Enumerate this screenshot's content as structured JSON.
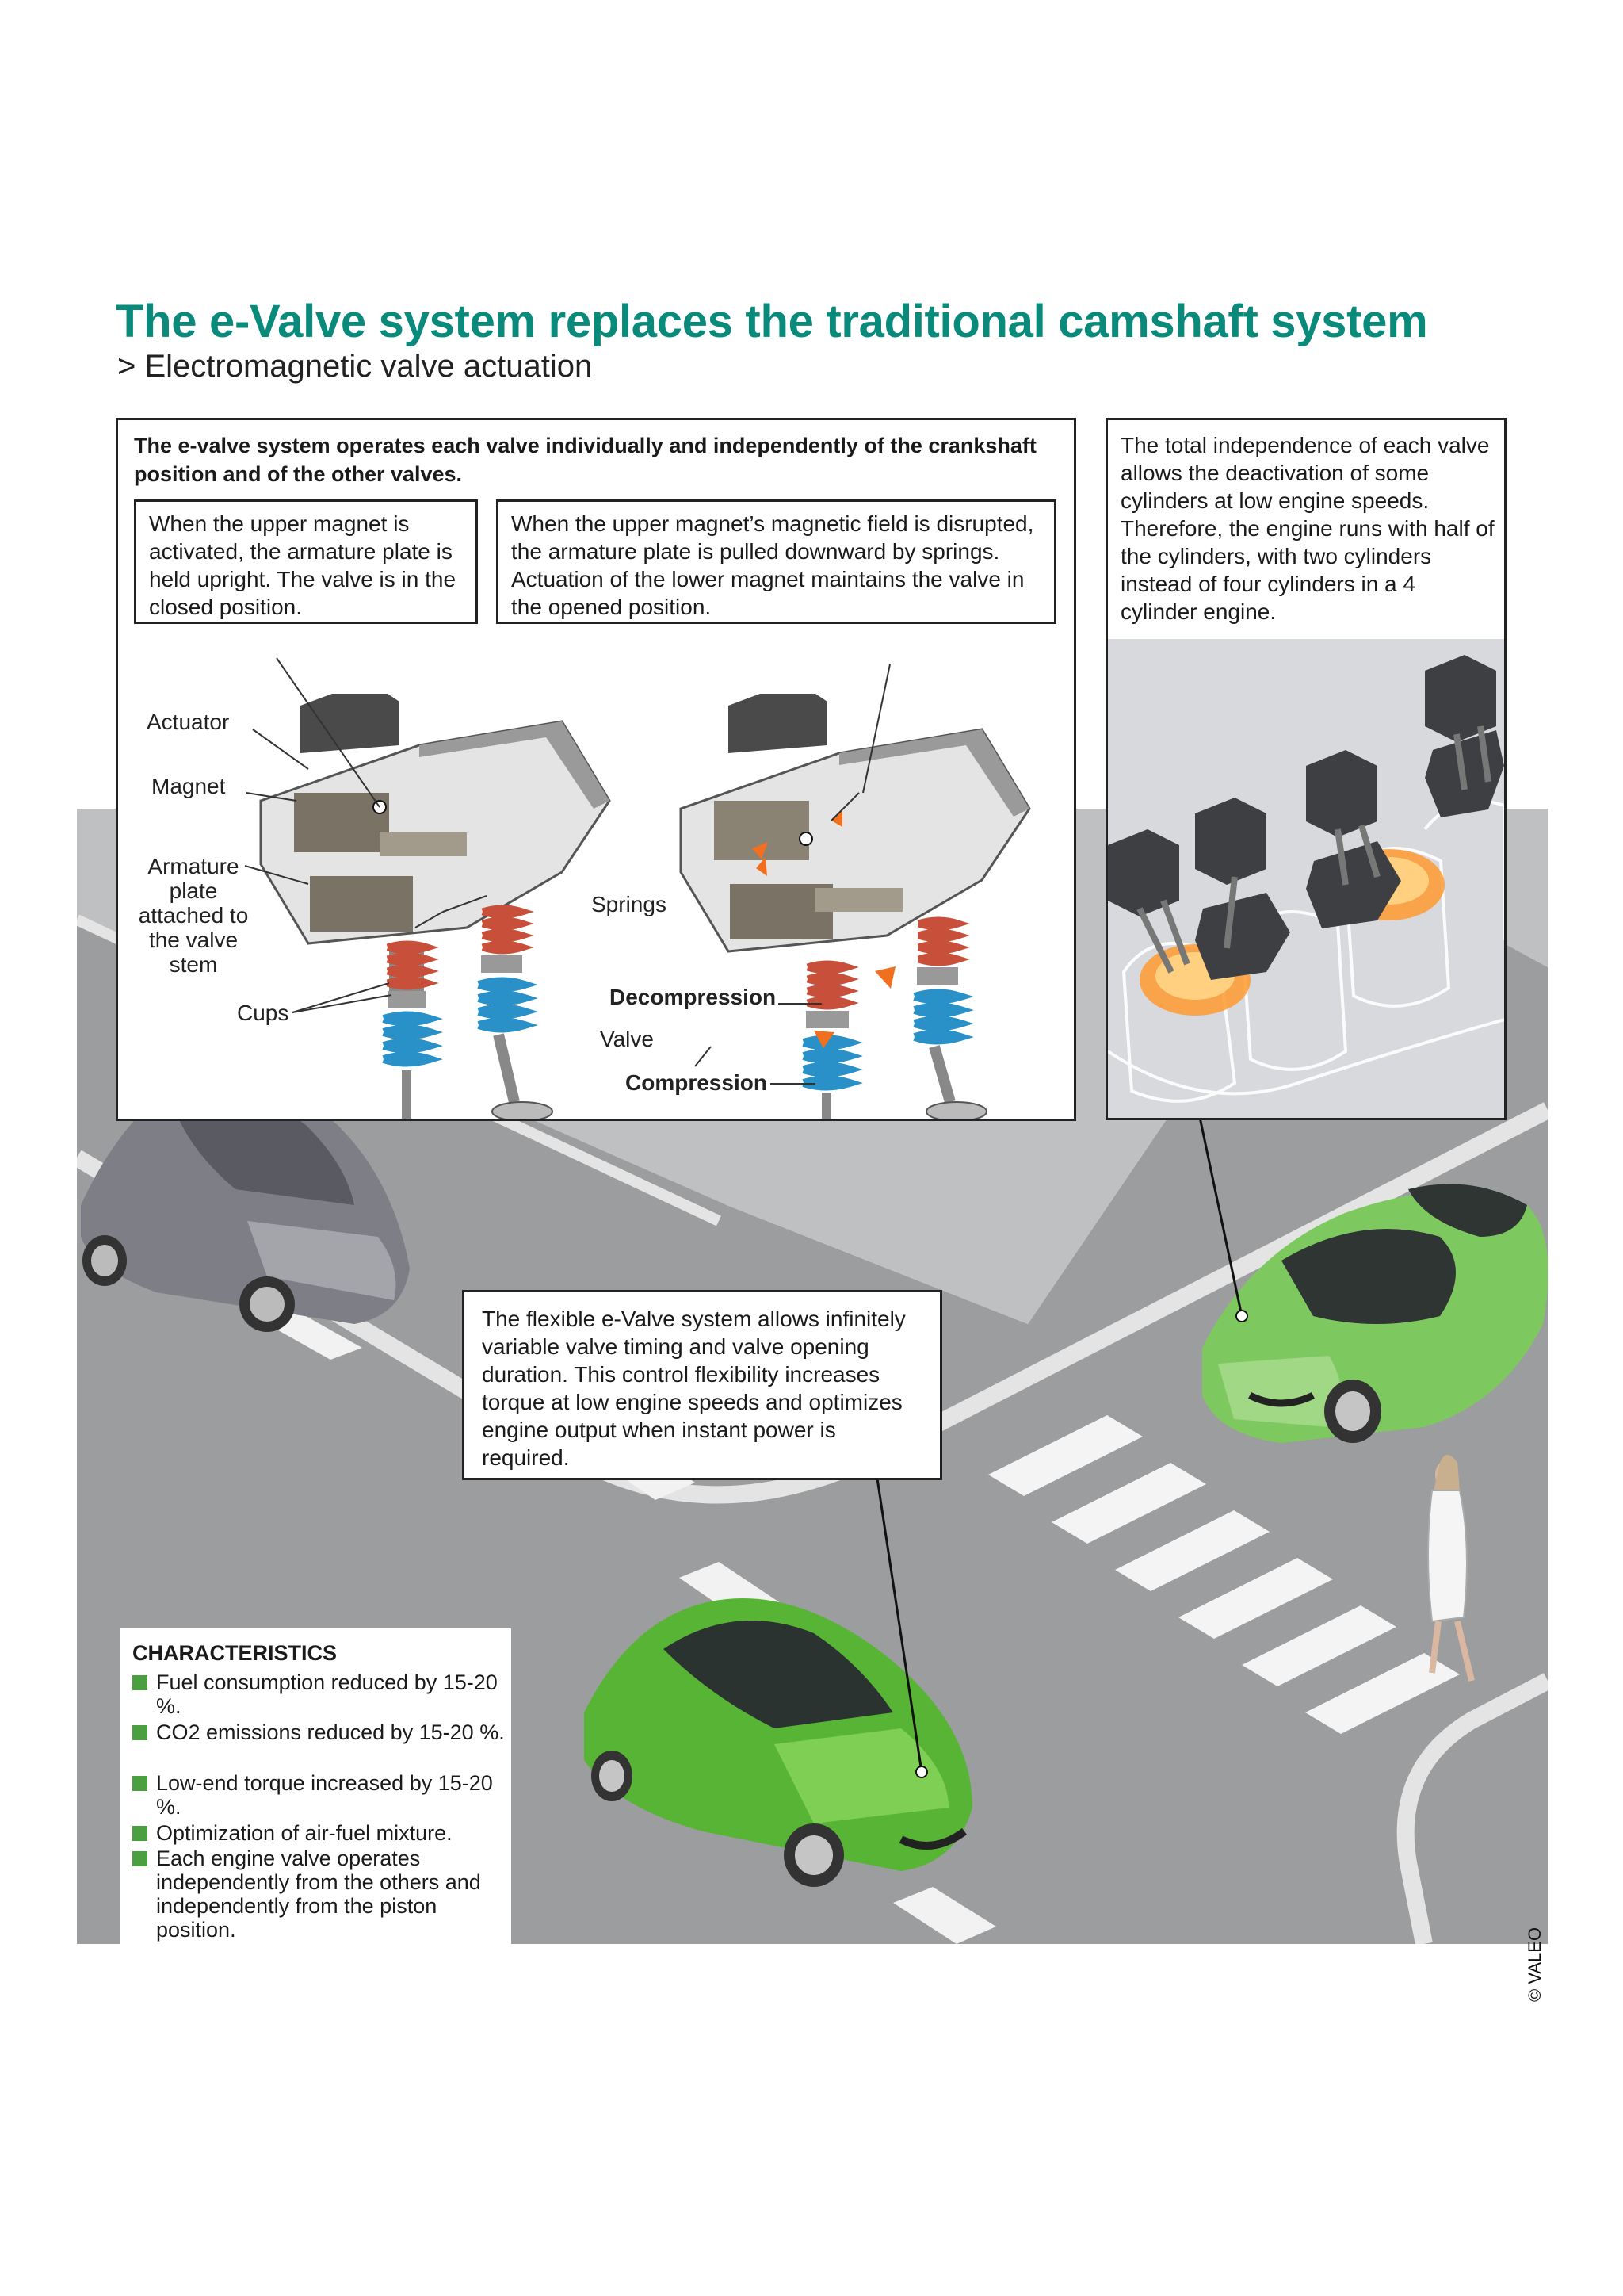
{
  "header": {
    "title": "The e-Valve system replaces the traditional camshaft system",
    "subtitle": "> Electromagnetic valve actuation"
  },
  "main_box": {
    "heading": "The e-valve system operates each valve individually and independently of the crankshaft position and of the other valves.",
    "closed_caption": "When the upper magnet is activated, the armature plate is held upright. The valve is in the closed position.",
    "open_caption": "When the upper magnet’s magnetic field is disrupted, the armature plate is pulled downward by springs. Actuation of the lower magnet maintains the valve in the opened position."
  },
  "labels": {
    "actuator": "Actuator",
    "magnet": "Magnet",
    "armature": "Armature plate attached to the valve stem",
    "cups": "Cups",
    "springs": "Springs",
    "decompression": "Decompression",
    "valve": "Valve",
    "compression": "Compression"
  },
  "right_box": {
    "text": "The total independence of each valve allows the deactivation of some cylinders at low engine speeds. Therefore, the engine runs with half of the cylinders, with two cylinders instead of four cylinders in a 4 cylinder engine."
  },
  "mid_box": {
    "text": "The flexible e-Valve system allows infinitely variable valve timing and valve opening duration. This control flexibility increases torque at low engine speeds and optimizes engine output when instant power is required."
  },
  "characteristics": {
    "title": "CHARACTERISTICS",
    "items": [
      "Fuel consumption reduced by 15-20 %.",
      "CO2 emissions reduced by 15-20 %.",
      "Low-end torque increased by 15-20 %.",
      "Optimization of air-fuel mixture.",
      "Each engine valve operates independently from the others and independently from the piston position."
    ]
  },
  "credit": "© VALEO",
  "colors": {
    "title": "#0a8a7a",
    "road": "#9b9c9e",
    "green_car": "#6dc043",
    "bullet": "#4aa040",
    "spring_red": "#c8503a",
    "spring_blue": "#2a90c8",
    "arrow": "#f07020"
  }
}
